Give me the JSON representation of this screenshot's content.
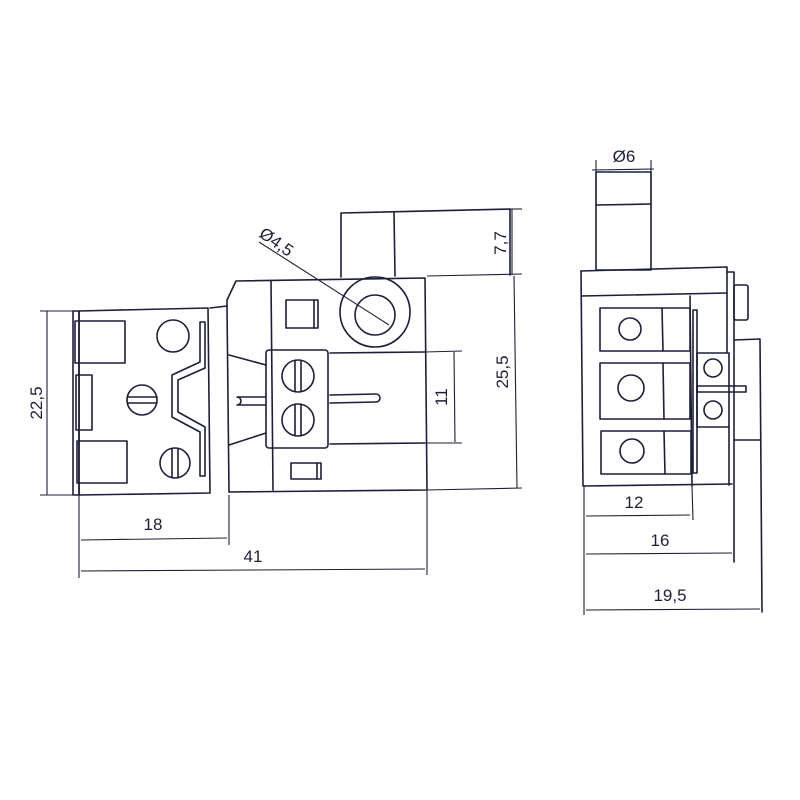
{
  "drawing": {
    "title": "Terminal block dimension drawing",
    "line_color": "#1c1f3a",
    "background": "#ffffff",
    "front_view": {
      "dimensions": {
        "height_left": "22,5",
        "width_partial": "18",
        "width_total": "41",
        "hole_diameter": "Ø4,5",
        "top_boss": "7,7",
        "height_right": "25,5",
        "terminal_spacing": "11"
      }
    },
    "side_view": {
      "dimensions": {
        "boss_diameter": "Ø6",
        "depth_1": "12",
        "depth_2": "16",
        "depth_total": "19,5"
      }
    }
  }
}
